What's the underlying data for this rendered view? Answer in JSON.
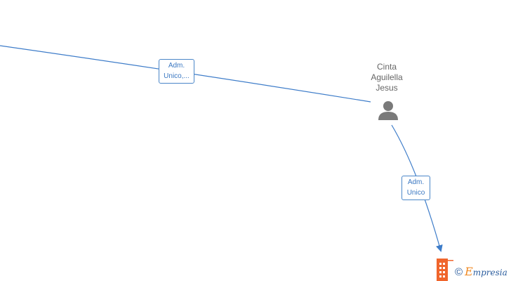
{
  "nodes": {
    "person": {
      "name_lines": [
        "Cinta",
        "Aguilella",
        "Jesus"
      ],
      "icon": "person-icon"
    },
    "company": {
      "icon": "building-icon"
    }
  },
  "edges": [
    {
      "label_lines": [
        "Adm.",
        "Unico,..."
      ]
    },
    {
      "label_lines": [
        "Adm.",
        "Unico"
      ]
    }
  ],
  "watermark": {
    "copyright": "©",
    "brand_initial": "E",
    "brand_rest": "mpresia"
  },
  "colors": {
    "edge": "#3d7cc9",
    "label_text": "#3b78c2",
    "person_icon": "#7a7a7a",
    "building_icon": "#f0652c"
  }
}
